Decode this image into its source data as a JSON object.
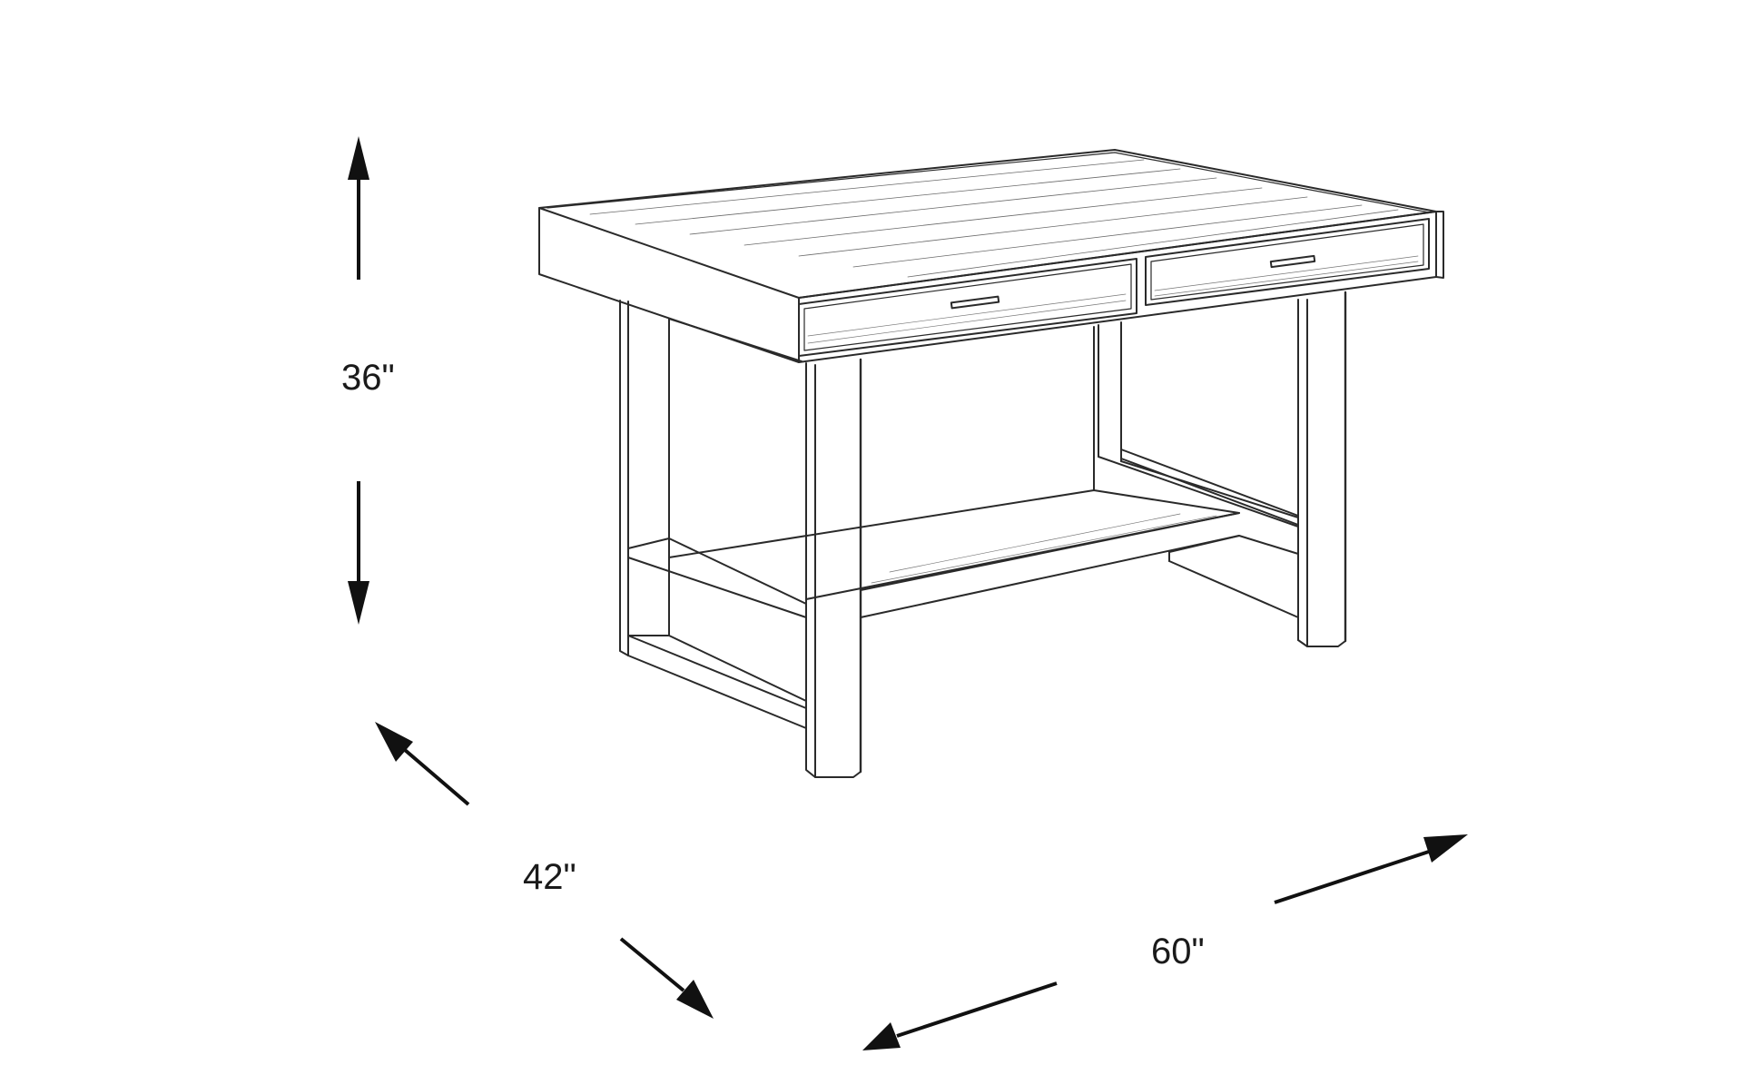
{
  "dimensions": {
    "height": "36\"",
    "depth": "42\"",
    "width": "60\""
  },
  "colors": {
    "line": "#2a2a2a",
    "arrow": "#111111",
    "background": "#ffffff"
  }
}
